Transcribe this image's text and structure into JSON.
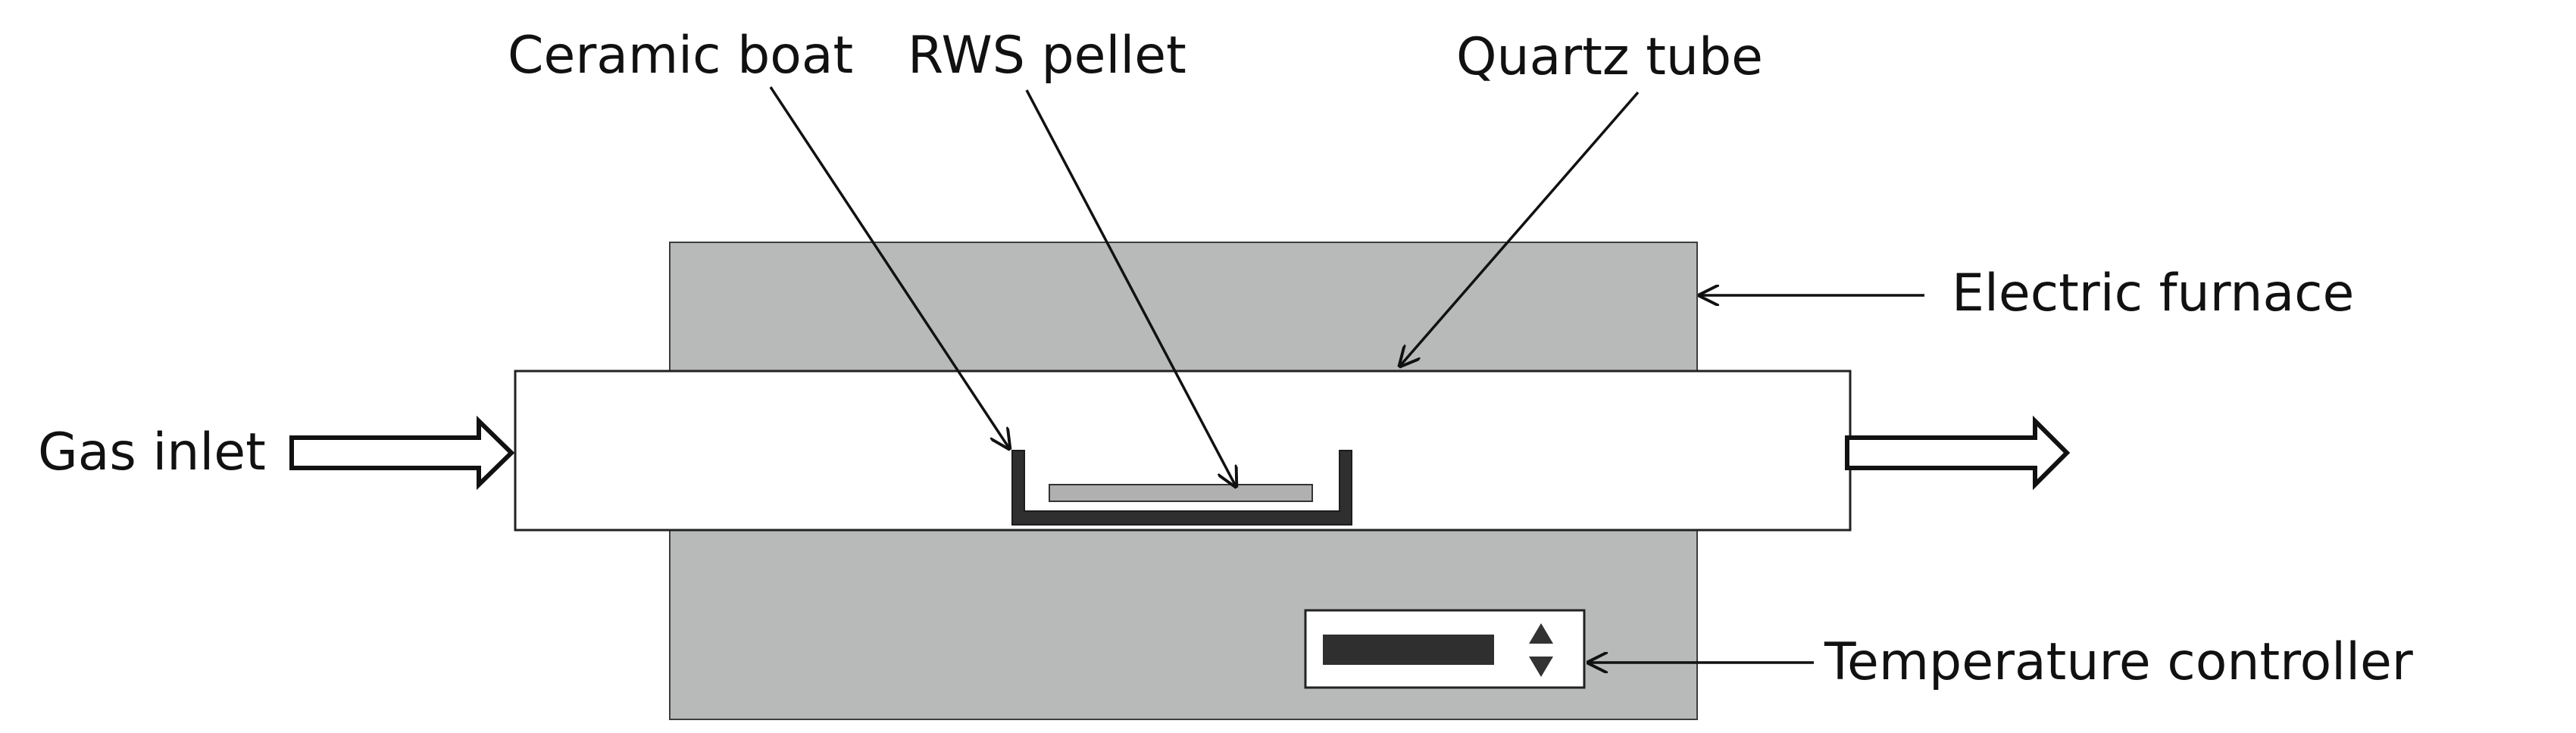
{
  "labels": {
    "ceramic_boat": "Ceramic boat",
    "rws_pellet": "RWS pellet",
    "quartz_tube": "Quartz tube",
    "electric_furnace": "Electric furnace",
    "gas_inlet": "Gas inlet",
    "temperature_controller": "Temperature controller"
  },
  "colors": {
    "furnace_fill": "#b8b9b9",
    "tube_fill": "#ffffff",
    "boat_fill": "#3a3a3a",
    "pellet_fill": "#b0b0b0",
    "display_fill": "#2f2f2f",
    "line": "#111111"
  }
}
